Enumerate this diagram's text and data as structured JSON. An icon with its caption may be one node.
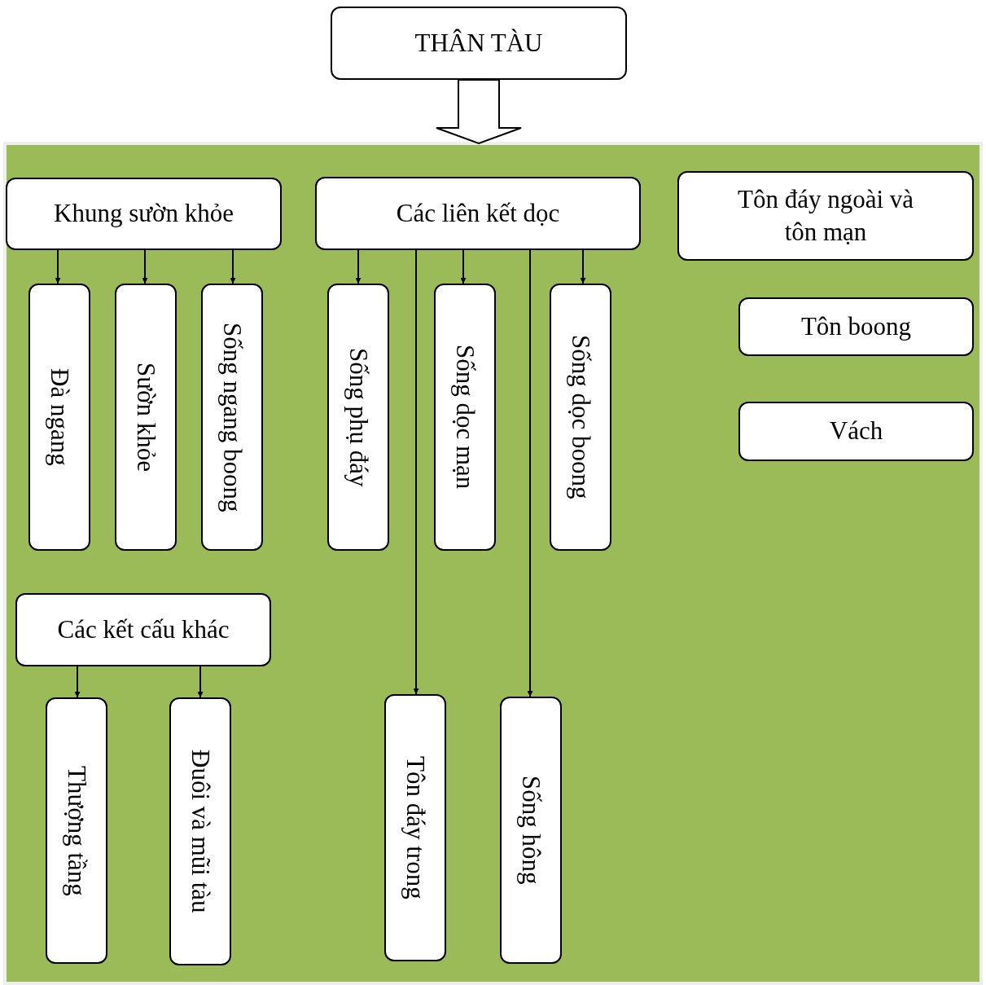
{
  "diagram": {
    "nodes": [
      {
        "text": [
          "THÂN TÀU"
        ]
      },
      {
        "text": [],
        "shape": "box"
      },
      {
        "text": [
          "Khung sườn khỏe"
        ],
        "in": 1
      },
      {
        "text": [
          "Đà ngang"
        ],
        "in": 1
      },
      {
        "text": [
          "Sườn khỏe"
        ],
        "in": 1
      },
      {
        "text": [
          "Sống ngang boong"
        ],
        "in": 1
      },
      {
        "text": [
          "Các liên kết dọc"
        ],
        "in": 1
      },
      {
        "text": [
          "Sống phụ đáy"
        ],
        "in": 1
      },
      {
        "text": [
          "Sống dọc mạn"
        ],
        "in": 1
      },
      {
        "text": [
          "Sống dọc boong"
        ],
        "in": 1
      },
      {
        "text": [
          "Tôn đáy ngoài và tôn mạn"
        ],
        "in": 1
      },
      {
        "text": [
          "Tôn boong"
        ],
        "in": 1
      },
      {
        "text": [
          "Vách"
        ],
        "in": 1
      },
      {
        "text": [
          "Các kết cấu khác"
        ],
        "in": 1
      },
      {
        "text": [
          "Thượng tầng"
        ],
        "in": 1
      },
      {
        "text": [
          "Đuôi và mũi tàu"
        ],
        "in": 1
      },
      {
        "text": [
          "Tôn đáy trong"
        ],
        "in": 1
      },
      {
        "text": [
          "Sống hông"
        ],
        "in": 1
      }
    ],
    "edges": [
      {
        "from": 0,
        "to": 1,
        "arrow": "to",
        "style": "thick"
      },
      {
        "from": 2,
        "to": 3,
        "arrow": "to"
      },
      {
        "from": 2,
        "to": 4,
        "arrow": "to"
      },
      {
        "from": 2,
        "to": 5,
        "arrow": "to"
      },
      {
        "from": 6,
        "to": 7,
        "arrow": "to"
      },
      {
        "from": 6,
        "to": 16,
        "arrow": "to"
      },
      {
        "from": 6,
        "to": 8,
        "arrow": "to"
      },
      {
        "from": 6,
        "to": 17,
        "arrow": "to"
      },
      {
        "from": 6,
        "to": 9,
        "arrow": "to"
      },
      {
        "from": 13,
        "to": 14,
        "arrow": "to"
      },
      {
        "from": 13,
        "to": 15,
        "arrow": "to"
      }
    ]
  }
}
